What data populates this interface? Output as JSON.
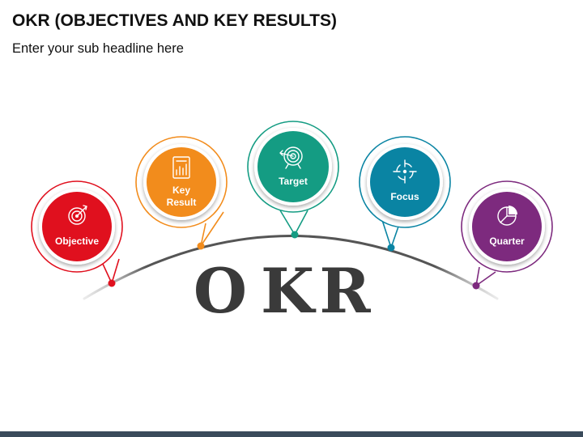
{
  "header": {
    "title": "OKR (OBJECTIVES AND KEY RESULTS)",
    "subtitle": "Enter your sub headline here"
  },
  "center_word": [
    "O",
    "K",
    "R"
  ],
  "nodes": [
    {
      "label_lines": [
        "Objective"
      ],
      "color": "#e0101e",
      "icon": "target-arrow-icon"
    },
    {
      "label_lines": [
        "Key",
        "Result"
      ],
      "color": "#f28c1c",
      "icon": "bar-chart-report-icon"
    },
    {
      "label_lines": [
        "Target"
      ],
      "color": "#149c83",
      "icon": "bullseye-arrow-icon"
    },
    {
      "label_lines": [
        "Focus"
      ],
      "color": "#0a84a3",
      "icon": "crosshair-icon"
    },
    {
      "label_lines": [
        "Quarter"
      ],
      "color": "#7d2a7e",
      "icon": "pie-chart-icon"
    }
  ]
}
